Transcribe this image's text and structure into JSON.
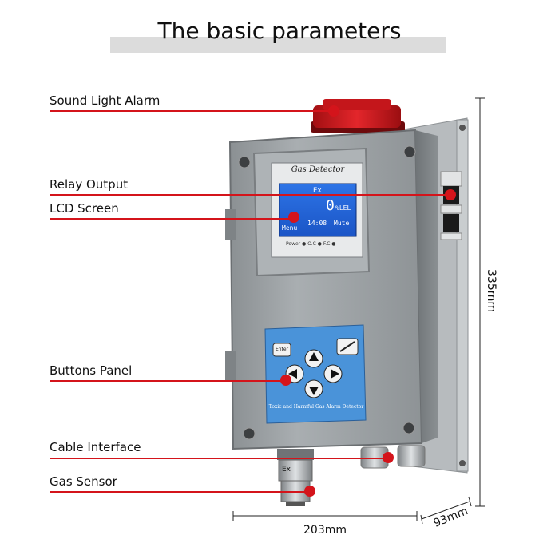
{
  "title": "The basic parameters",
  "callouts": [
    {
      "id": "sound-light-alarm",
      "label": "Sound Light Alarm"
    },
    {
      "id": "relay-output",
      "label": "Relay  Output"
    },
    {
      "id": "lcd-screen",
      "label": "LCD Screen"
    },
    {
      "id": "buttons-panel",
      "label": "Buttons  Panel"
    },
    {
      "id": "cable-interface",
      "label": "Cable Interface"
    },
    {
      "id": "gas-sensor",
      "label": "Gas Sensor"
    }
  ],
  "device": {
    "window_label": "Gas Detector",
    "lcd": {
      "top_text": "Ex",
      "reading": "0",
      "unit": "%LEL",
      "bottom_left": "Menu",
      "time": "14:08",
      "bottom_right": "Mute"
    },
    "indicators": "Power ● O.C ● F.C ●",
    "keypad": {
      "enter_label": "Enter",
      "caption": "Toxic and Harmful Gas Alarm Detector"
    },
    "sensor_label": "Ex"
  },
  "dimensions": {
    "height": "335mm",
    "width": "203mm",
    "depth": "93mm"
  },
  "colors": {
    "callout_red": "#d4141b",
    "lcd_blue": "#1f62d8",
    "keypad_blue": "#3f8fd8",
    "enclosure_gray": "#9ea3a6"
  }
}
